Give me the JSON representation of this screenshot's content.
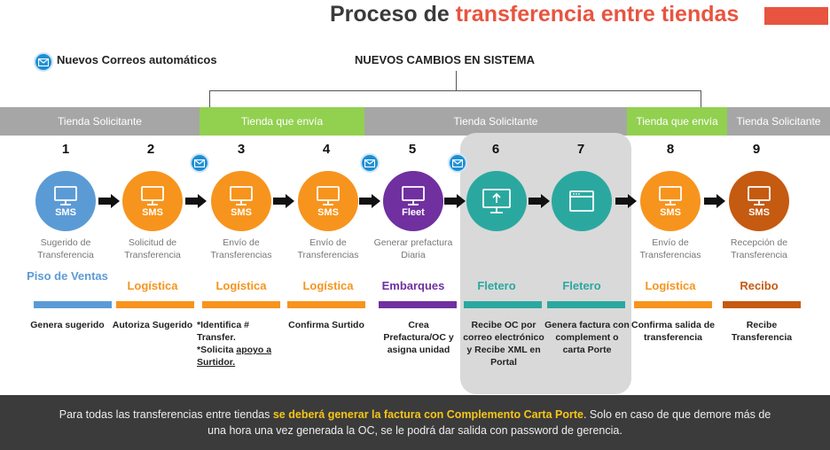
{
  "title": {
    "part1": "Proceso de ",
    "part2": "transferencia entre tiendas",
    "accent": "#e8543f"
  },
  "legend": {
    "icon": "mail-icon",
    "label": "Nuevos Correos automáticos"
  },
  "changes_label": "NUEVOS CAMBIOS EN SISTEMA",
  "bands": [
    {
      "label": "Tienda Solicitante",
      "color": "#a6a6a6"
    },
    {
      "label": "Tienda que envía",
      "color": "#92d050"
    },
    {
      "label": "Tienda Solicitante",
      "color": "#a6a6a6"
    },
    {
      "label": "Tienda que envía",
      "color": "#92d050"
    },
    {
      "label": "Tienda Solicitante",
      "color": "#a6a6a6"
    }
  ],
  "steps": [
    {
      "num": "1",
      "icon": "monitor-icon",
      "icon_label": "SMS",
      "color": "#5b9bd5",
      "desc": "Sugerido de Transferencia",
      "role": "Piso de Ventas",
      "role_color": "#5b9bd5",
      "action": "Genera sugerido"
    },
    {
      "num": "2",
      "icon": "monitor-icon",
      "icon_label": "SMS",
      "color": "#f7941d",
      "desc": "Solicitud de Transferencia",
      "role": "Logística",
      "role_color": "#f7941d",
      "action": "Autoriza Sugerido"
    },
    {
      "num": "3",
      "icon": "monitor-icon",
      "icon_label": "SMS",
      "color": "#f7941d",
      "desc": "Envío de Transferencias",
      "role": "Logística",
      "role_color": "#f7941d",
      "action": ""
    },
    {
      "num": "4",
      "icon": "monitor-icon",
      "icon_label": "SMS",
      "color": "#f7941d",
      "desc": "Envío de Transferencias",
      "role": "Logística",
      "role_color": "#f7941d",
      "action": "Confirma Surtido"
    },
    {
      "num": "5",
      "icon": "monitor-icon",
      "icon_label": "Fleet",
      "color": "#7030a0",
      "desc": "Generar prefactura Diaria",
      "role": "Embarques",
      "role_color": "#7030a0",
      "action": "Crea Prefactura/OC y asigna unidad"
    },
    {
      "num": "6",
      "icon": "upload-monitor-icon",
      "icon_label": "",
      "color": "#2aa8a0",
      "desc": "",
      "role": "Fletero",
      "role_color": "#2aa8a0",
      "action": "Recibe OC por correo electrónico y Recibe XML en Portal"
    },
    {
      "num": "7",
      "icon": "browser-window-icon",
      "icon_label": "",
      "color": "#2aa8a0",
      "desc": "",
      "role": "Fletero",
      "role_color": "#2aa8a0",
      "action": "Genera factura con complement o carta Porte"
    },
    {
      "num": "8",
      "icon": "monitor-icon",
      "icon_label": "SMS",
      "color": "#f7941d",
      "desc": "Envío de Transferencias",
      "role": "Logística",
      "role_color": "#f7941d",
      "action": "Confirma salida de transferencia"
    },
    {
      "num": "9",
      "icon": "monitor-icon",
      "icon_label": "SMS",
      "color": "#c55a11",
      "desc": "Recepción de Transferencia",
      "role": "Recibo",
      "role_color": "#c55a11",
      "action": "Recibe Transferencia"
    }
  ],
  "step3_action": {
    "line1": "*Identifica # Transfer.",
    "line2a": "*Solicita ",
    "line2b": "apoyo a Surtidor."
  },
  "footer": {
    "before": "Para todas las transferencias entre tiendas ",
    "highlight": "se deberá generar la factura con Complemento Carta Porte",
    "after": ". Solo en caso de que demore más de una hora una vez generada la OC, se le podrá dar salida con password de gerencia."
  }
}
